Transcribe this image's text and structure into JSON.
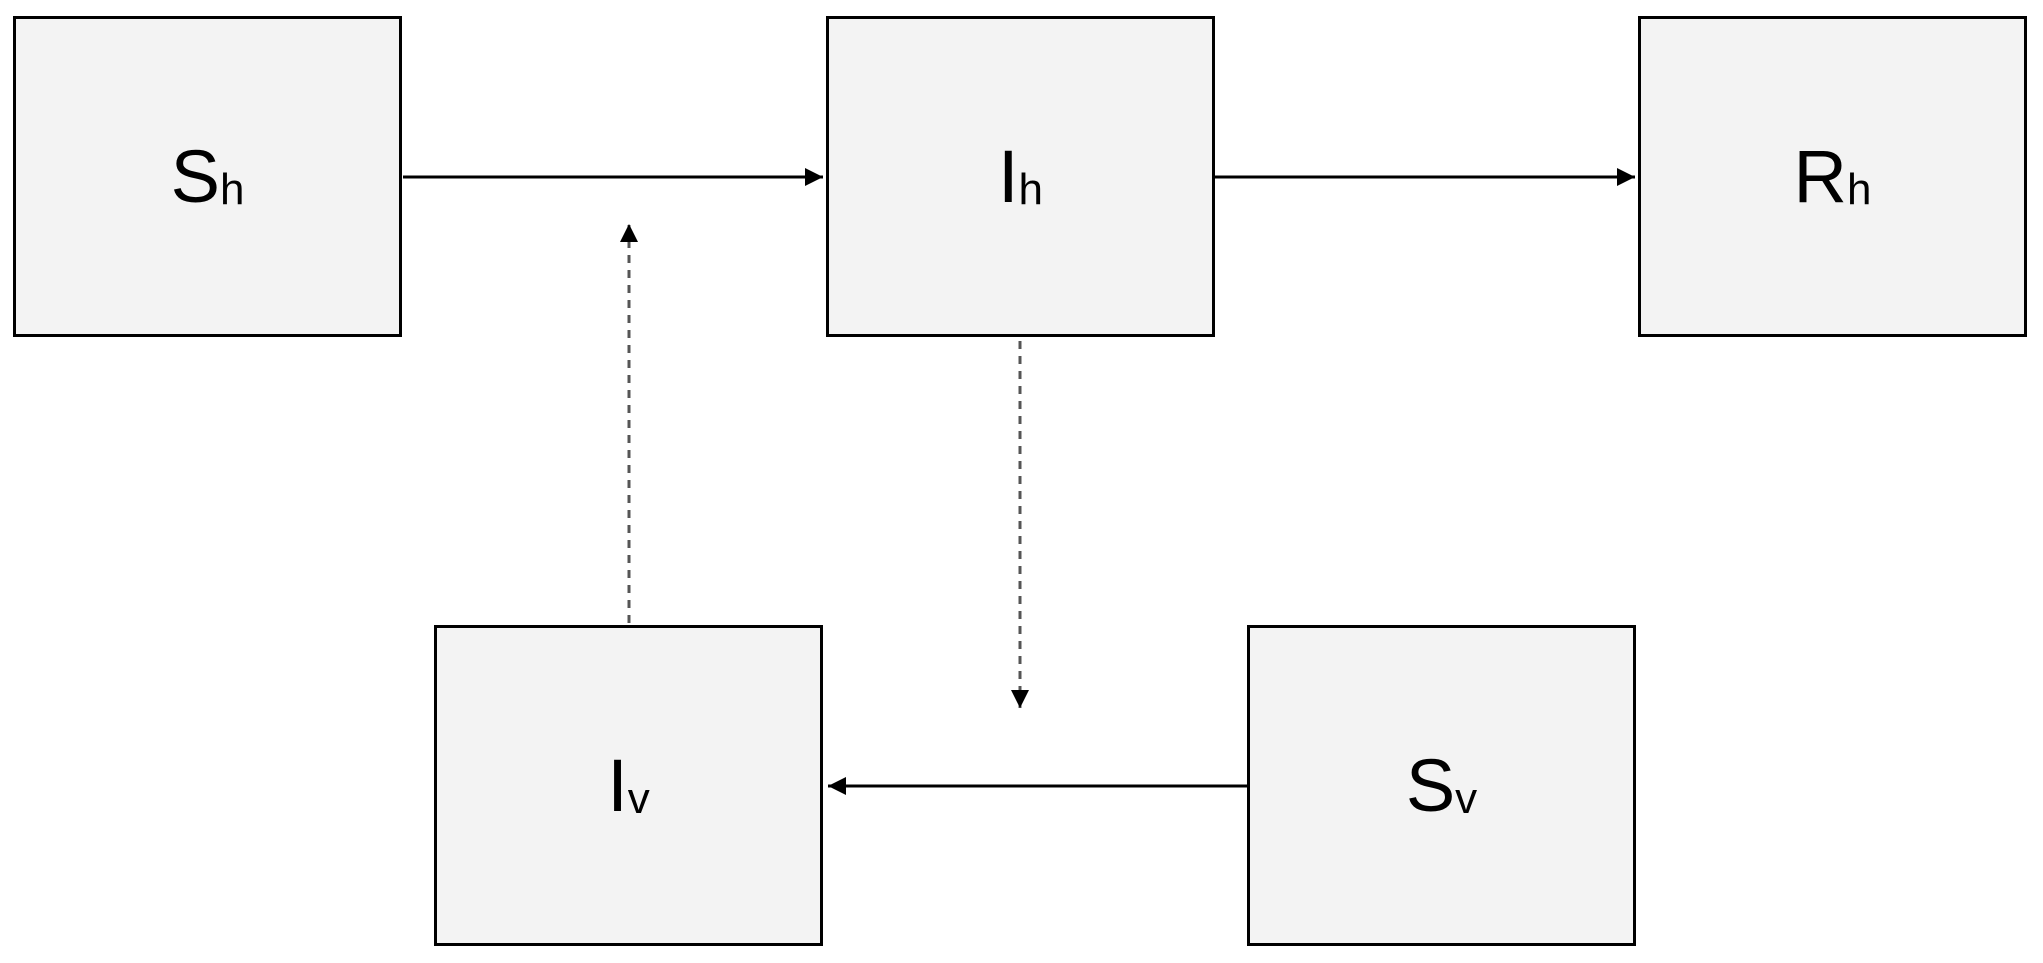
{
  "diagram": {
    "nodes": {
      "sh": {
        "main": "S",
        "sub": "h"
      },
      "ih": {
        "main": "I",
        "sub": "h"
      },
      "rh": {
        "main": "R",
        "sub": "h"
      },
      "iv": {
        "main": "I",
        "sub": "v"
      },
      "sv": {
        "main": "S",
        "sub": "v"
      }
    },
    "edges": [
      {
        "from": "sh",
        "to": "ih",
        "style": "solid"
      },
      {
        "from": "ih",
        "to": "rh",
        "style": "solid"
      },
      {
        "from": "sv",
        "to": "iv",
        "style": "solid"
      },
      {
        "from": "iv",
        "to": "sh-ih",
        "style": "dashed"
      },
      {
        "from": "ih",
        "to": "sv-iv",
        "style": "dashed"
      }
    ],
    "colors": {
      "box_fill": "#f3f3f3",
      "stroke": "#000000",
      "dashed_stroke": "#555555"
    }
  }
}
